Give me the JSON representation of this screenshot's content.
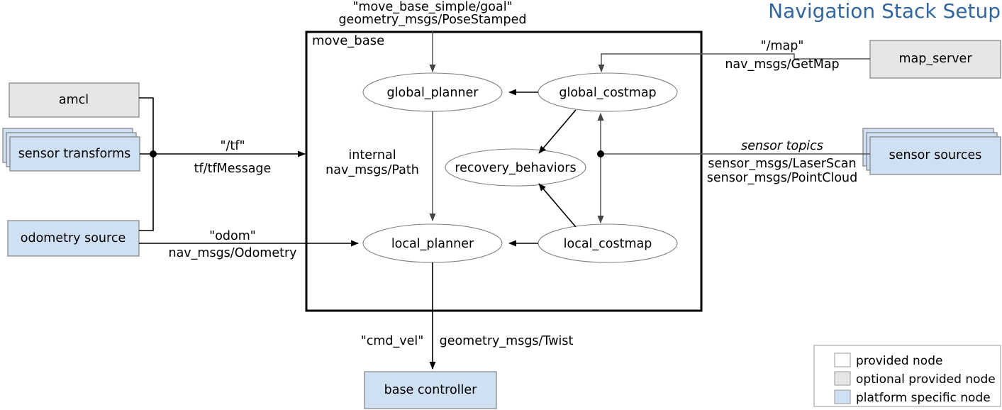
{
  "title": "Navigation Stack Setup",
  "colors": {
    "title": "#31679e",
    "provided_node": "#ffffff",
    "optional_provided_node": "#e6e6e6",
    "platform_specific_node": "#cfe0f3",
    "edge": "#000000",
    "ellipse_stroke": "#808080"
  },
  "container": {
    "label": "move_base"
  },
  "internal_nodes": [
    {
      "id": "global_planner",
      "label": "global_planner"
    },
    {
      "id": "global_costmap",
      "label": "global_costmap"
    },
    {
      "id": "recovery_behaviors",
      "label": "recovery_behaviors"
    },
    {
      "id": "local_planner",
      "label": "local_planner"
    },
    {
      "id": "local_costmap",
      "label": "local_costmap"
    }
  ],
  "external_nodes": [
    {
      "id": "amcl",
      "label": "amcl",
      "kind": "optional provided node",
      "stacked": false
    },
    {
      "id": "sensor_transforms",
      "label": "sensor transforms",
      "kind": "platform specific node",
      "stacked": true
    },
    {
      "id": "odometry_source",
      "label": "odometry source",
      "kind": "platform specific node",
      "stacked": false
    },
    {
      "id": "map_server",
      "label": "map_server",
      "kind": "optional provided node",
      "stacked": false
    },
    {
      "id": "sensor_sources",
      "label": "sensor sources",
      "kind": "platform specific node",
      "stacked": true
    },
    {
      "id": "base_controller",
      "label": "base controller",
      "kind": "platform specific node",
      "stacked": false
    }
  ],
  "edge_labels": {
    "goal_topic": "\"move_base_simple/goal\"",
    "goal_type": "geometry_msgs/PoseStamped",
    "map_topic": "\"/map\"",
    "map_type": "nav_msgs/GetMap",
    "tf_topic": "\"/tf\"",
    "tf_type": "tf/tfMessage",
    "odom_topic": "\"odom\"",
    "odom_type": "nav_msgs/Odometry",
    "internal_topic": "internal",
    "internal_type": "nav_msgs/Path",
    "sensor_topic": "sensor topics",
    "sensor_type_1": "sensor_msgs/LaserScan",
    "sensor_type_2": "sensor_msgs/PointCloud",
    "cmdvel_topic": "\"cmd_vel\"",
    "cmdvel_type": "geometry_msgs/Twist"
  },
  "legend": {
    "items": [
      {
        "label": "provided node",
        "color": "#ffffff"
      },
      {
        "label": "optional provided node",
        "color": "#e6e6e6"
      },
      {
        "label": "platform specific node",
        "color": "#cfe0f3"
      }
    ]
  }
}
